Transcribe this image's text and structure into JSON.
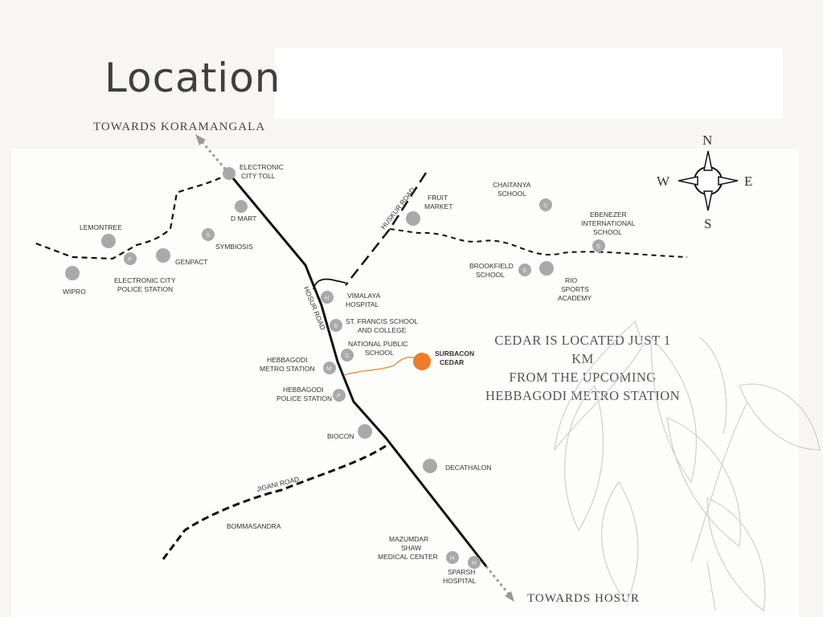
{
  "title": "Location",
  "towards": {
    "north": "TOWARDS KORAMANGALA",
    "south": "TOWARDS HOSUR"
  },
  "note_lines": [
    "CEDAR IS LOCATED JUST 1 KM",
    "FROM THE UPCOMING",
    "HEBBAGODI METRO STATION"
  ],
  "compass": {
    "n": "N",
    "s": "S",
    "e": "E",
    "w": "W"
  },
  "roads": {
    "hosur": "HOSUR ROAD",
    "huskur": "HUSKUR ROAD",
    "jigani": "JIGANI ROAD"
  },
  "areas": {
    "bommasandra": "BOMMASANDRA"
  },
  "landmarks": {
    "electronic_city_toll": [
      "ELECTRONIC",
      "CITY TOLL"
    ],
    "d_mart": [
      "D MART"
    ],
    "symbiosis": [
      "SYMBIOSIS"
    ],
    "lemontree": [
      "LEMONTREE"
    ],
    "genpact": [
      "GENPACT"
    ],
    "wipro": [
      "WIPRO"
    ],
    "ec_police": [
      "ELECTRONIC CITY",
      "POLICE STATION"
    ],
    "fruit_market": [
      "FRUIT",
      "MARKET"
    ],
    "chaitanya": [
      "CHAITANYA",
      "SCHOOL"
    ],
    "ebenezer": [
      "EBENEZER",
      "INTERNATIONAL",
      "SCHOOL"
    ],
    "brookfield": [
      "BROOKFIELD",
      "SCHOOL"
    ],
    "rio": [
      "RIO",
      "SPORTS",
      "ACADEMY"
    ],
    "vimalaya": [
      "VIMALAYA",
      "HOSPITAL"
    ],
    "st_francis": [
      "ST. FRANCIS SCHOOL",
      "AND COLLEGE"
    ],
    "nps": [
      "NATIONAL PUBLIC",
      "SCHOOL"
    ],
    "hebbagodi_metro": [
      "HEBBAGODI",
      "METRO STATION"
    ],
    "hebbagodi_police": [
      "HEBBAGODI",
      "POLICE STATION"
    ],
    "surbacon": [
      "SURBACON",
      "CEDAR"
    ],
    "biocon": [
      "BIOCON"
    ],
    "decathalon": [
      "DECATHALON"
    ],
    "mazumdar": [
      "MAZUMDAR",
      "SHAW",
      "MEDICAL CENTER"
    ],
    "sparsh": [
      "SPARSH",
      "HOSPITAL"
    ]
  },
  "marker_letters": {
    "school": "S",
    "hospital": "H",
    "police": "P",
    "metro": "M"
  },
  "colors": {
    "accent": "#f07b2a",
    "marker": "#a9a9a9",
    "road": "#111111"
  }
}
